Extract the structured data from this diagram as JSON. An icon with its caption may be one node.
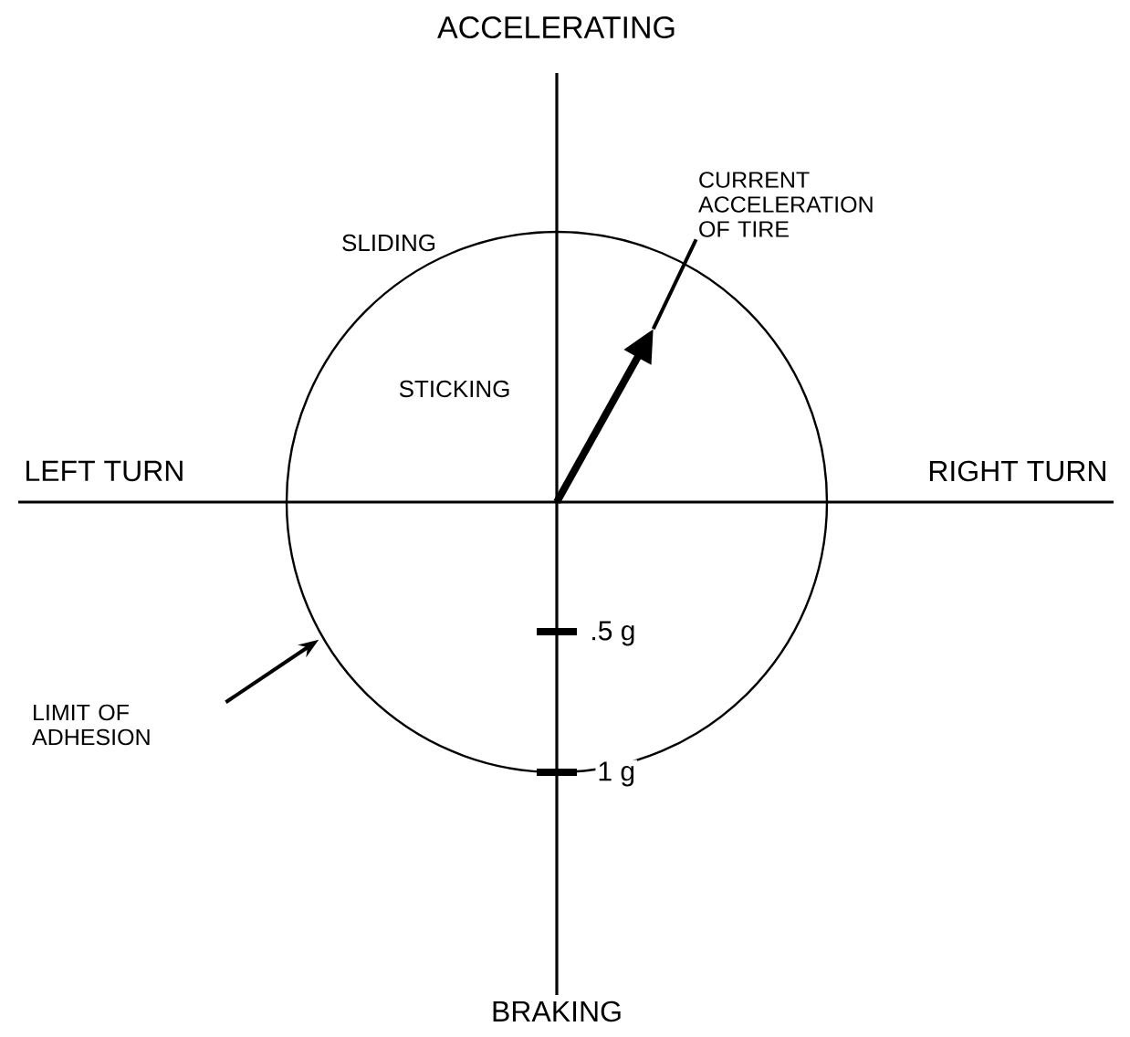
{
  "diagram": {
    "nodes": [
      {
        "text": [],
        "shape": "circle"
      },
      {
        "text": [
          "LIMIT OF ADHESION"
        ]
      },
      {
        "text": [
          "CURRENT ACCELERATION OF TIRE"
        ]
      },
      {
        "text": [],
        "shape": "arrow",
        "in": 0
      }
    ],
    "edges": [
      {
        "from": 1,
        "to": 0,
        "arrow": "to"
      },
      {
        "from": 2,
        "to": 3,
        "arrow": "none"
      }
    ],
    "labels": [
      "ACCELERATING",
      "SLIDING",
      "STICKING",
      "LEFT TURN",
      "RIGHT TURN",
      ".5 g",
      "1 g",
      "BRAKING"
    ]
  }
}
